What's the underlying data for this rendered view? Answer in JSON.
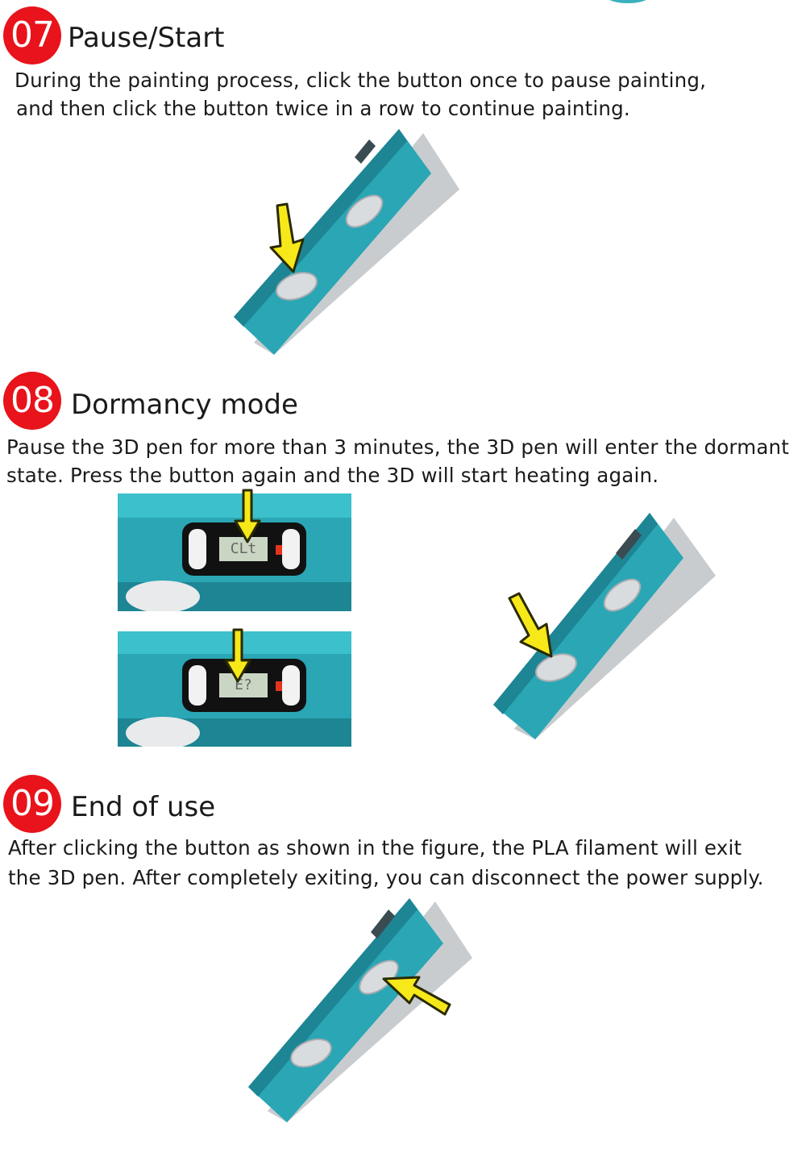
{
  "colors": {
    "badge": "#e8131b",
    "pen_body": "#2aa6b5",
    "pen_dark": "#1d8593",
    "pen_grey": "#c9cccf",
    "arrow_fill": "#f7e81a",
    "arrow_stroke": "#2a2a00",
    "lcd": "#c9d6c3"
  },
  "steps": [
    {
      "number": "07",
      "title": "Pause/Start",
      "description_line1": "During the painting process, click the button once to pause painting,",
      "description_line2": "and then click the button twice in a row to continue painting."
    },
    {
      "number": "08",
      "title": "Dormancy mode",
      "description_line1": "Pause the 3D pen for more than 3 minutes, the 3D pen will enter the dormant",
      "description_line2": "state. Press the button again and the 3D will start heating again.",
      "lcd_top": "CLt",
      "lcd_bottom": "E?"
    },
    {
      "number": "09",
      "title": "End of use",
      "description_line1": "After clicking the button as shown in the figure, the PLA filament will exit",
      "description_line2": "the 3D pen. After completely exiting, you can disconnect the power supply."
    }
  ]
}
